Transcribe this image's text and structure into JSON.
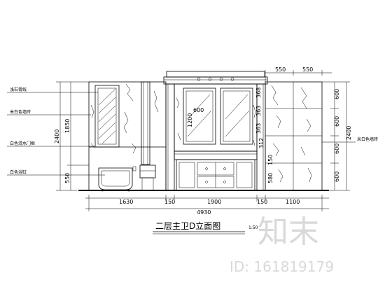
{
  "title": "二层主卫D立面图",
  "scale": "1:50",
  "dimensions": {
    "top": [
      "550",
      "550"
    ],
    "bottom_segments": [
      "1630",
      "150",
      "1900",
      "150",
      "1100"
    ],
    "bottom_total": "4930",
    "left_outer": "2400",
    "left_inner_upper": "1850",
    "left_inner_lower": "550",
    "right_outer": "2400",
    "right_segments": [
      "600",
      "600",
      "600",
      "600"
    ],
    "inner": [
      "600",
      "1200",
      "368",
      "363",
      "363",
      "312",
      "580",
      "150"
    ]
  },
  "callouts": [
    "浅石膏线",
    "米白色墙砖",
    "白色混水门框",
    "白色浴缸",
    "米白色墙砖"
  ],
  "watermark": {
    "logo": "知末",
    "id": "ID: 161819179"
  }
}
